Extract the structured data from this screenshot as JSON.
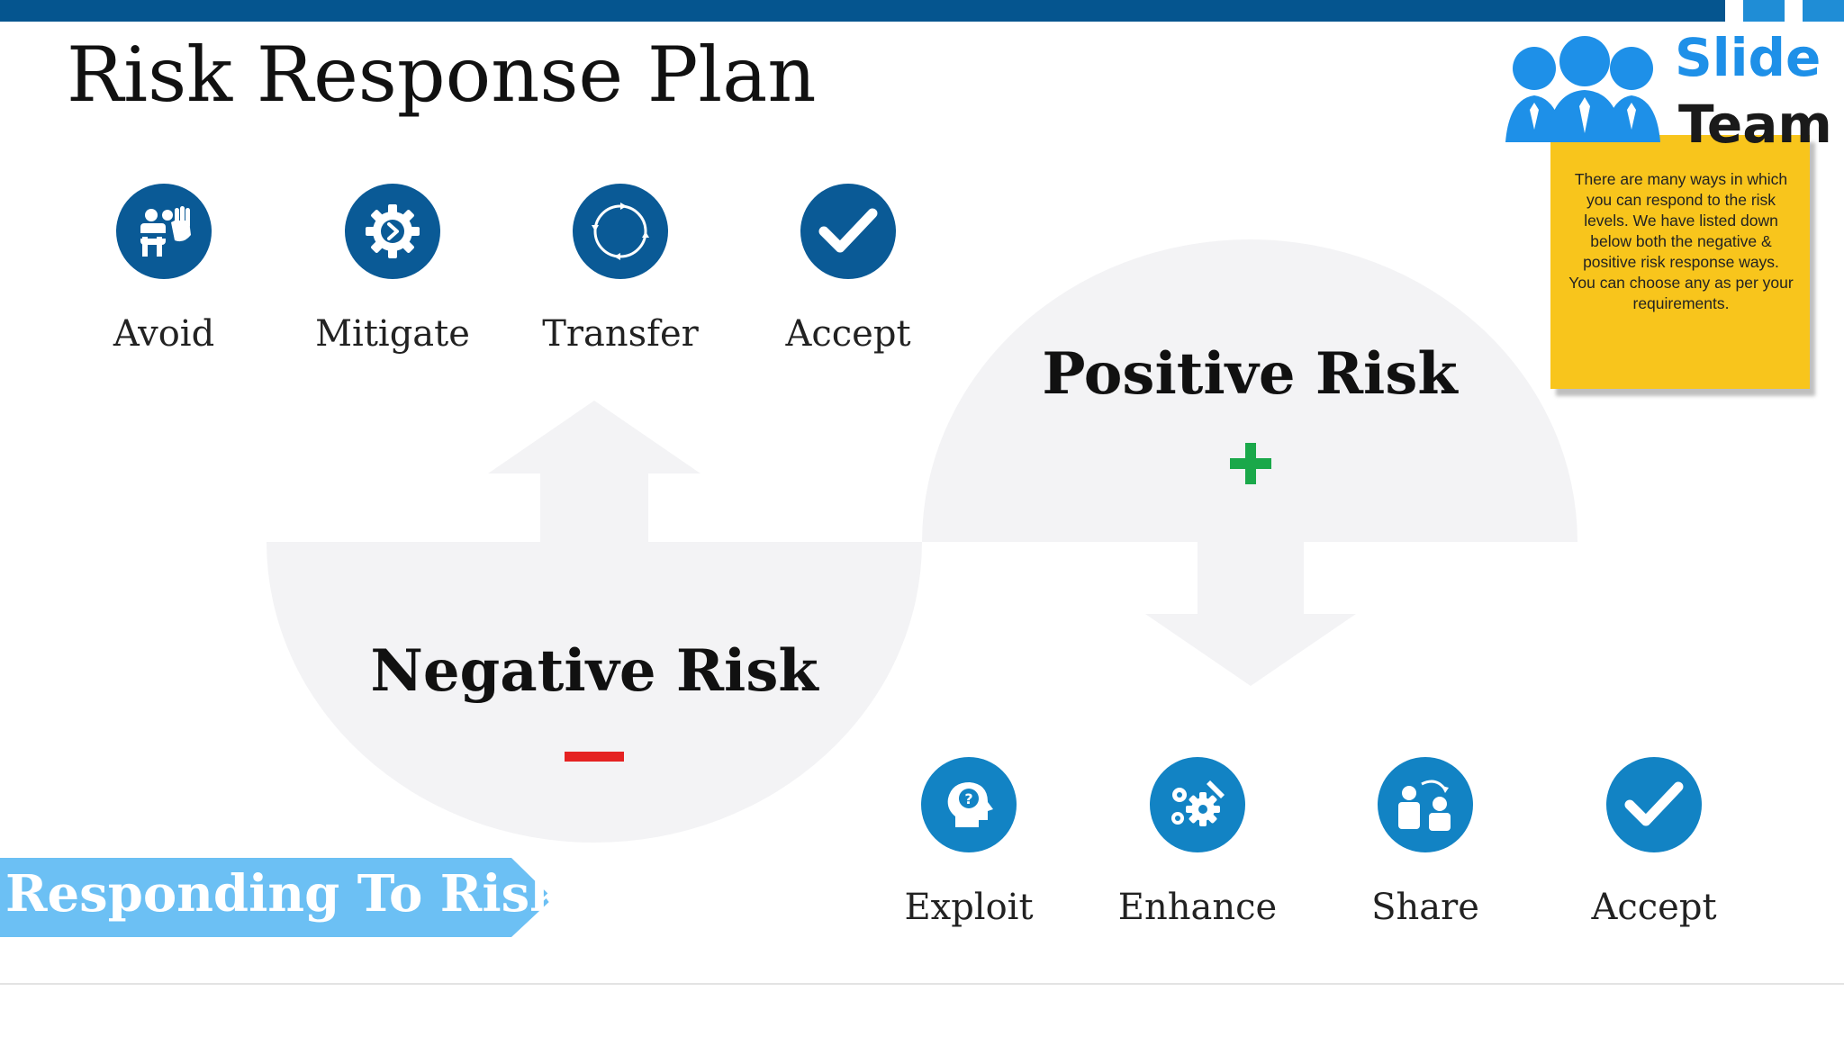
{
  "title": "Risk Response Plan",
  "negative_actions": [
    {
      "label": "Avoid",
      "icon": "person-stop-hand-icon"
    },
    {
      "label": "Mitigate",
      "icon": "gear-arrow-icon"
    },
    {
      "label": "Transfer",
      "icon": "circular-arrows-icon"
    },
    {
      "label": "Accept",
      "icon": "check-icon"
    }
  ],
  "positive_actions": [
    {
      "label": "Exploit",
      "icon": "head-question-icon"
    },
    {
      "label": "Enhance",
      "icon": "gears-wrench-icon"
    },
    {
      "label": "Share",
      "icon": "people-exchange-icon"
    },
    {
      "label": "Accept",
      "icon": "check-icon"
    }
  ],
  "positive_risk": {
    "label": "Positive Risk",
    "symbol": "+",
    "color": "#1aa84a"
  },
  "negative_risk": {
    "label": "Negative Risk",
    "symbol": "−",
    "color": "#e52222"
  },
  "banner": "Responding To Risk",
  "note": "There are many ways in which you can respond to the risk levels. We have listed down below both the negative & positive risk response ways. You can choose any as per your requirements.",
  "logo": {
    "line1": "Slide",
    "line2": "Team"
  },
  "colors": {
    "dark_blue": "#0a5a96",
    "bright_blue": "#1283c4",
    "banner": "#6cc0f4",
    "shape": "#f3f3f5",
    "note": "#f8c51c"
  }
}
